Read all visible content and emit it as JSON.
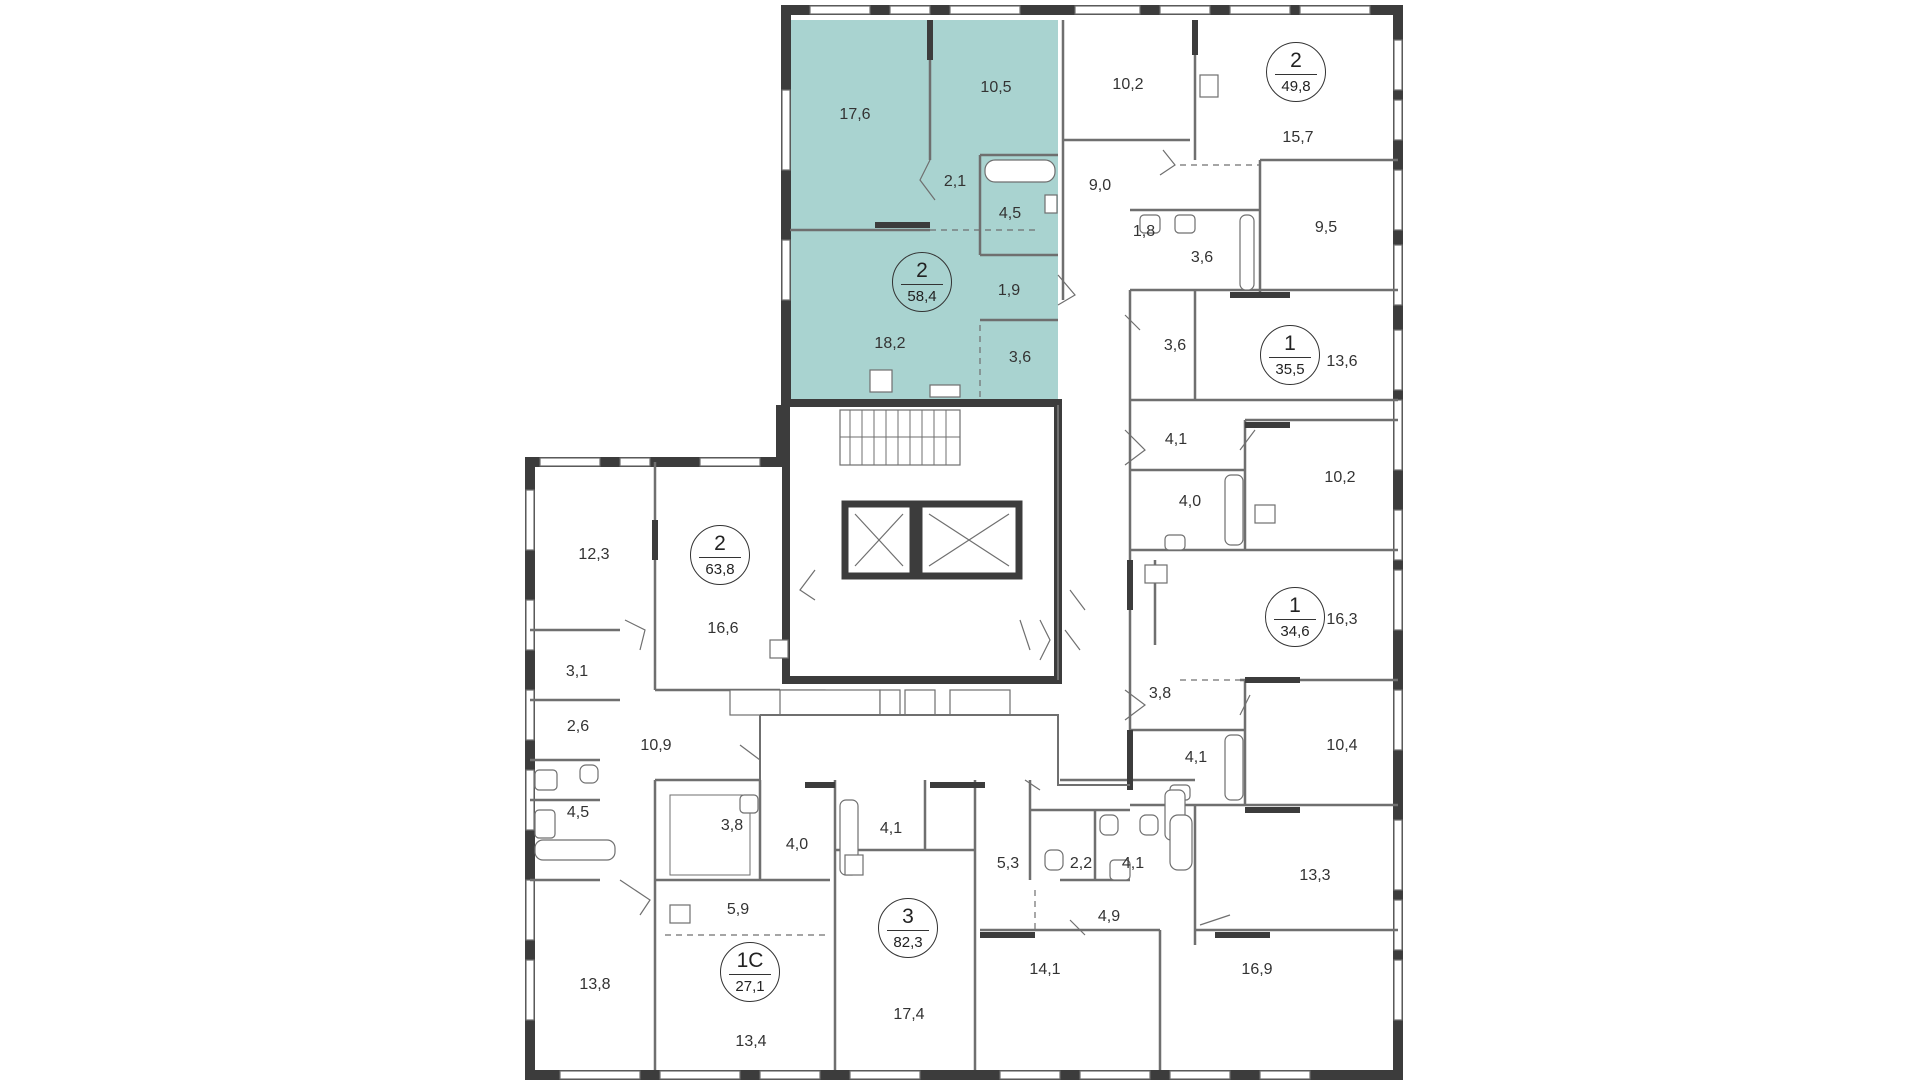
{
  "colors": {
    "wall": "#3c3c3c",
    "thin_wall": "#6f6f6f",
    "highlight": "#a9d3d0",
    "window": "#ffffff",
    "text": "#333333"
  },
  "apartments": [
    {
      "id": "a",
      "rooms": "2",
      "area": "58,4",
      "highlighted": true
    },
    {
      "id": "b",
      "rooms": "2",
      "area": "49,8"
    },
    {
      "id": "c",
      "rooms": "1",
      "area": "35,5"
    },
    {
      "id": "d",
      "rooms": "1",
      "area": "34,6"
    },
    {
      "id": "e",
      "rooms": "2",
      "area": "63,8"
    },
    {
      "id": "f",
      "rooms": "3",
      "area": "82,3"
    },
    {
      "id": "g",
      "rooms": "1С",
      "area": "27,1"
    }
  ],
  "rooms": [
    "17,6",
    "10,5",
    "2,1",
    "4,5",
    "1,9",
    "18,2",
    "3,6",
    "10,2",
    "15,7",
    "9,0",
    "9,5",
    "1,8",
    "3,6",
    "3,6",
    "13,6",
    "4,1",
    "4,0",
    "10,2",
    "16,3",
    "3,8",
    "4,1",
    "10,4",
    "12,3",
    "16,6",
    "3,1",
    "2,6",
    "10,9",
    "4,5",
    "3,8",
    "4,0",
    "5,9",
    "13,8",
    "13,4",
    "4,1",
    "17,4",
    "5,3",
    "2,2",
    "4,1",
    "4,9",
    "13,3",
    "14,1",
    "16,9"
  ]
}
